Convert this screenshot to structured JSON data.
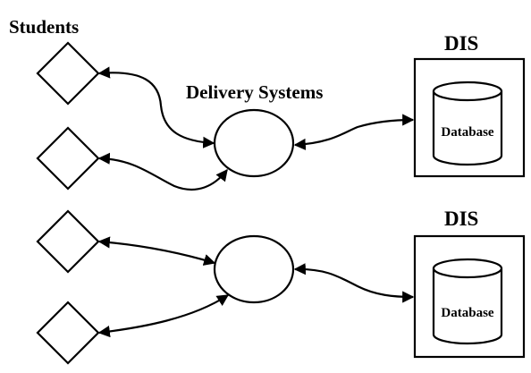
{
  "labels": {
    "students": "Students",
    "delivery_systems": "Delivery Systems",
    "dis_top": "DIS",
    "dis_bottom": "DIS",
    "database_top": "Database",
    "database_bottom": "Database"
  },
  "groups": [
    {
      "name": "top",
      "student_count": 2,
      "delivery_system_count": 1,
      "dis_label_key": "dis_top",
      "database_label_key": "database_top"
    },
    {
      "name": "bottom",
      "student_count": 2,
      "delivery_system_count": 1,
      "dis_label_key": "dis_bottom",
      "database_label_key": "database_bottom"
    }
  ],
  "colors": {
    "line": "#000000",
    "fill": "#ffffff",
    "background": "#ffffff"
  }
}
